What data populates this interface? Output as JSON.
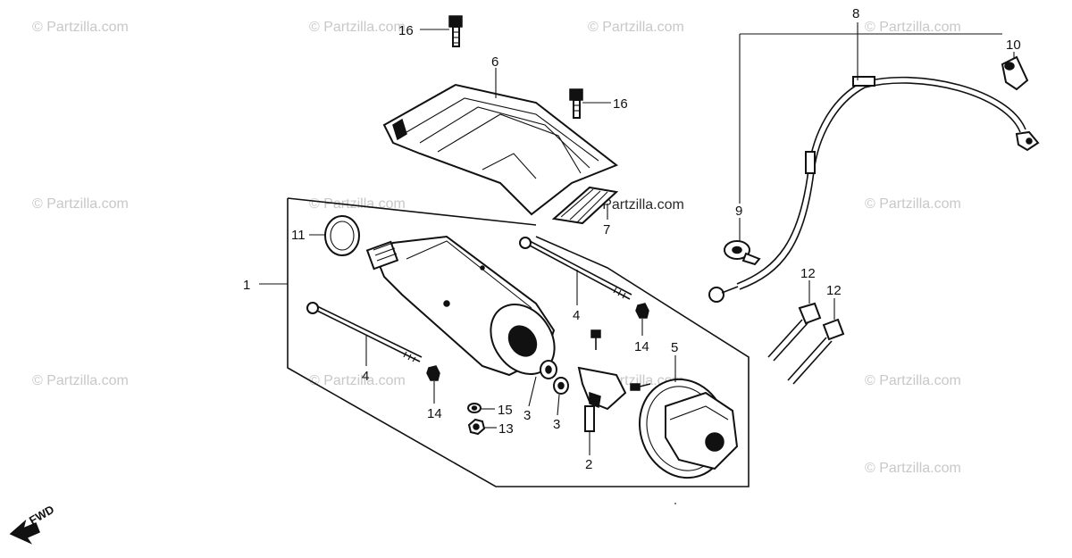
{
  "watermarks": [
    "© Partzilla.com",
    "© Partzilla.com",
    "© Partzilla.com",
    "© Partzilla.com",
    "© Partzilla.com",
    "© Partzilla.com",
    "© Partzilla.com",
    "© Partzilla.com",
    "© Partzilla.com",
    "© Partzilla.com",
    "© Partzilla.com",
    "© Partzilla.com"
  ],
  "center_watermark": "© Partzilla.com",
  "fwd_label": "FWD",
  "callouts": {
    "c1": "1",
    "c2": "2",
    "c3a": "3",
    "c3b": "3",
    "c4a": "4",
    "c4b": "4",
    "c5": "5",
    "c6": "6",
    "c7": "7",
    "c8": "8",
    "c9": "9",
    "c10": "10",
    "c11": "11",
    "c12a": "12",
    "c12b": "12",
    "c13": "13",
    "c14a": "14",
    "c14b": "14",
    "c15": "15",
    "c16a": "16",
    "c16b": "16"
  }
}
